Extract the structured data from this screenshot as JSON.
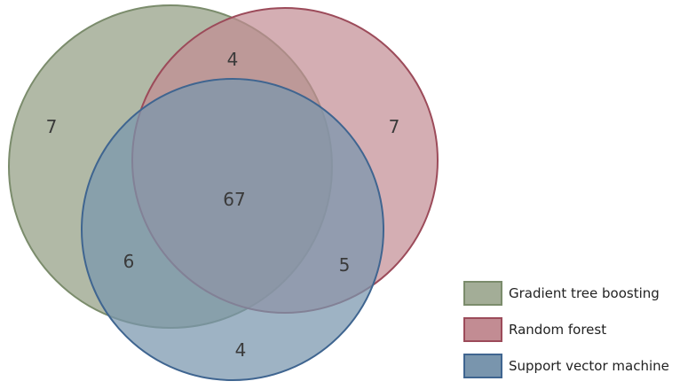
{
  "sets": [
    {
      "name": "Gradient tree boosting",
      "fill": "#a3ad97",
      "stroke": "#7b8c6c"
    },
    {
      "name": "Random forest",
      "fill": "#c28c93",
      "stroke": "#9c4b5a"
    },
    {
      "name": "Support vector machine",
      "fill": "#7995ad",
      "stroke": "#3f6590"
    }
  ],
  "regions": {
    "gtb_only": "7",
    "rf_only": "7",
    "svm_only": "4",
    "gtb_rf": "4",
    "gtb_svm": "6",
    "rf_svm": "5",
    "all": "67"
  }
}
